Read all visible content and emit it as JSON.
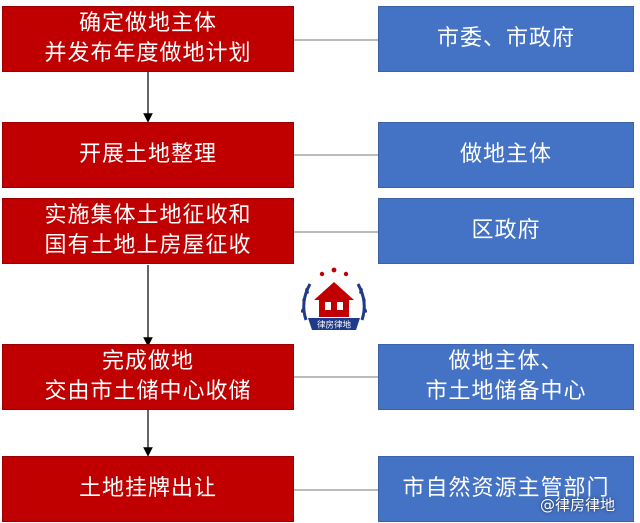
{
  "steps": [
    {
      "lines": [
        "确定做地主体",
        "并发布年度做地计划"
      ],
      "responsible": [
        "市委、市政府"
      ]
    },
    {
      "lines": [
        "开展土地整理"
      ],
      "responsible": [
        "做地主体"
      ]
    },
    {
      "lines": [
        "实施集体土地征收和",
        "国有土地上房屋征收"
      ],
      "responsible": [
        "区政府"
      ]
    },
    {
      "lines": [
        "完成做地",
        "交由市土储中心收储"
      ],
      "responsible": [
        "做地主体、",
        "市土地储备中心"
      ]
    },
    {
      "lines": [
        "土地挂牌出让"
      ],
      "responsible": [
        "市自然资源主管部门"
      ]
    }
  ],
  "logo": {
    "text": "律房律地",
    "icon": "house-emblem-icon"
  },
  "watermark": "@律房律地",
  "colors": {
    "step": "#c00000",
    "responsible": "#4472c4",
    "connector": "#000000"
  }
}
